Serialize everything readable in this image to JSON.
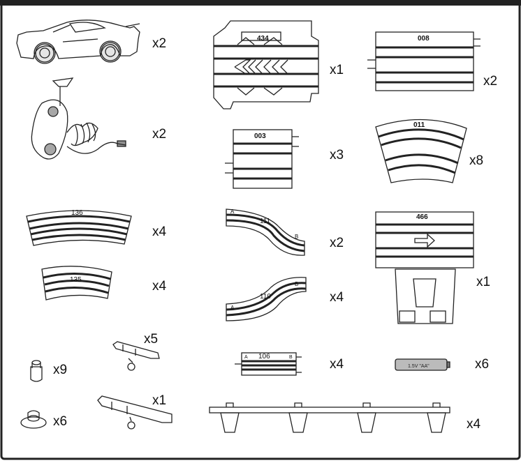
{
  "parts": [
    {
      "name": "car",
      "qty": "x2"
    },
    {
      "name": "controller",
      "qty": "x2"
    },
    {
      "name": "track-434",
      "label": "434",
      "qty": "x1"
    },
    {
      "name": "track-008",
      "label": "008",
      "qty": "x2"
    },
    {
      "name": "track-003",
      "label": "003",
      "qty": "x3"
    },
    {
      "name": "track-011",
      "label": "011",
      "qty": "x8"
    },
    {
      "name": "track-136",
      "label": "136",
      "qty": "x4"
    },
    {
      "name": "track-111",
      "label": "111",
      "end_a": "A",
      "end_b": "B",
      "qty": "x2"
    },
    {
      "name": "track-466",
      "label": "466",
      "qty": "x1"
    },
    {
      "name": "track-135",
      "label": "135",
      "qty": "x4"
    },
    {
      "name": "track-110",
      "label": "110",
      "end_a": "A",
      "end_b": "B",
      "qty": "x4"
    },
    {
      "name": "support-small",
      "qty": "x5"
    },
    {
      "name": "peg",
      "qty": "x9"
    },
    {
      "name": "track-106",
      "label": "106",
      "end_a": "A",
      "end_b": "B",
      "qty": "x4"
    },
    {
      "name": "battery",
      "label": "1.5V \"AA\"",
      "qty": "x6"
    },
    {
      "name": "support-large",
      "qty": "x1"
    },
    {
      "name": "round-base",
      "qty": "x6"
    },
    {
      "name": "guard-rail",
      "qty": "x4"
    }
  ]
}
